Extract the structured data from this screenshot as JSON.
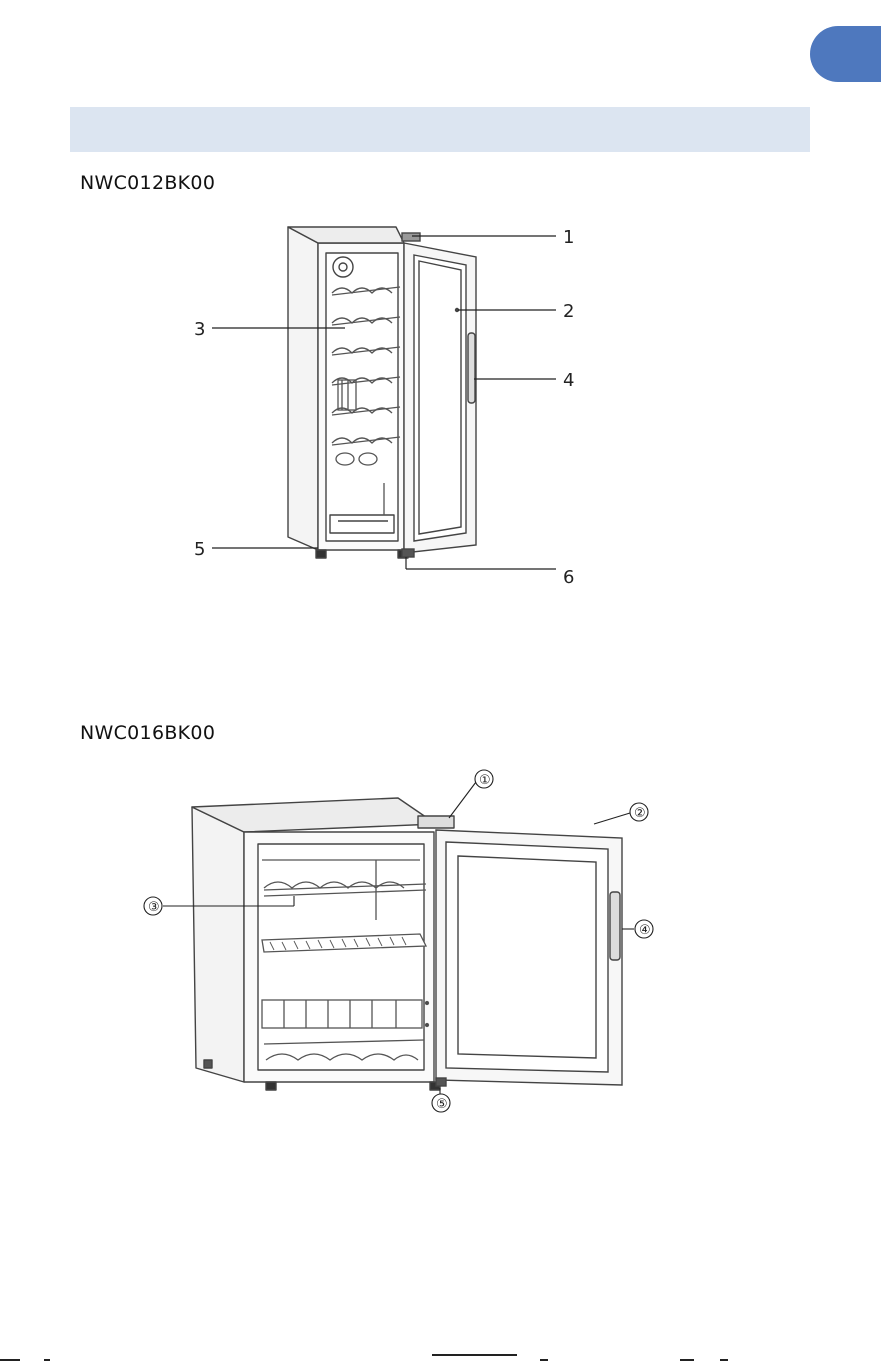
{
  "section": {
    "title": ""
  },
  "models": [
    {
      "name": "NWC012BK00",
      "callouts": [
        "1",
        "2",
        "3",
        "4",
        "5",
        "6"
      ]
    },
    {
      "name": "NWC016BK00",
      "callouts": [
        "①",
        "②",
        "③",
        "④",
        "⑤"
      ]
    }
  ],
  "colors": {
    "tab": "#4e78be",
    "band": "#dce5f1"
  }
}
